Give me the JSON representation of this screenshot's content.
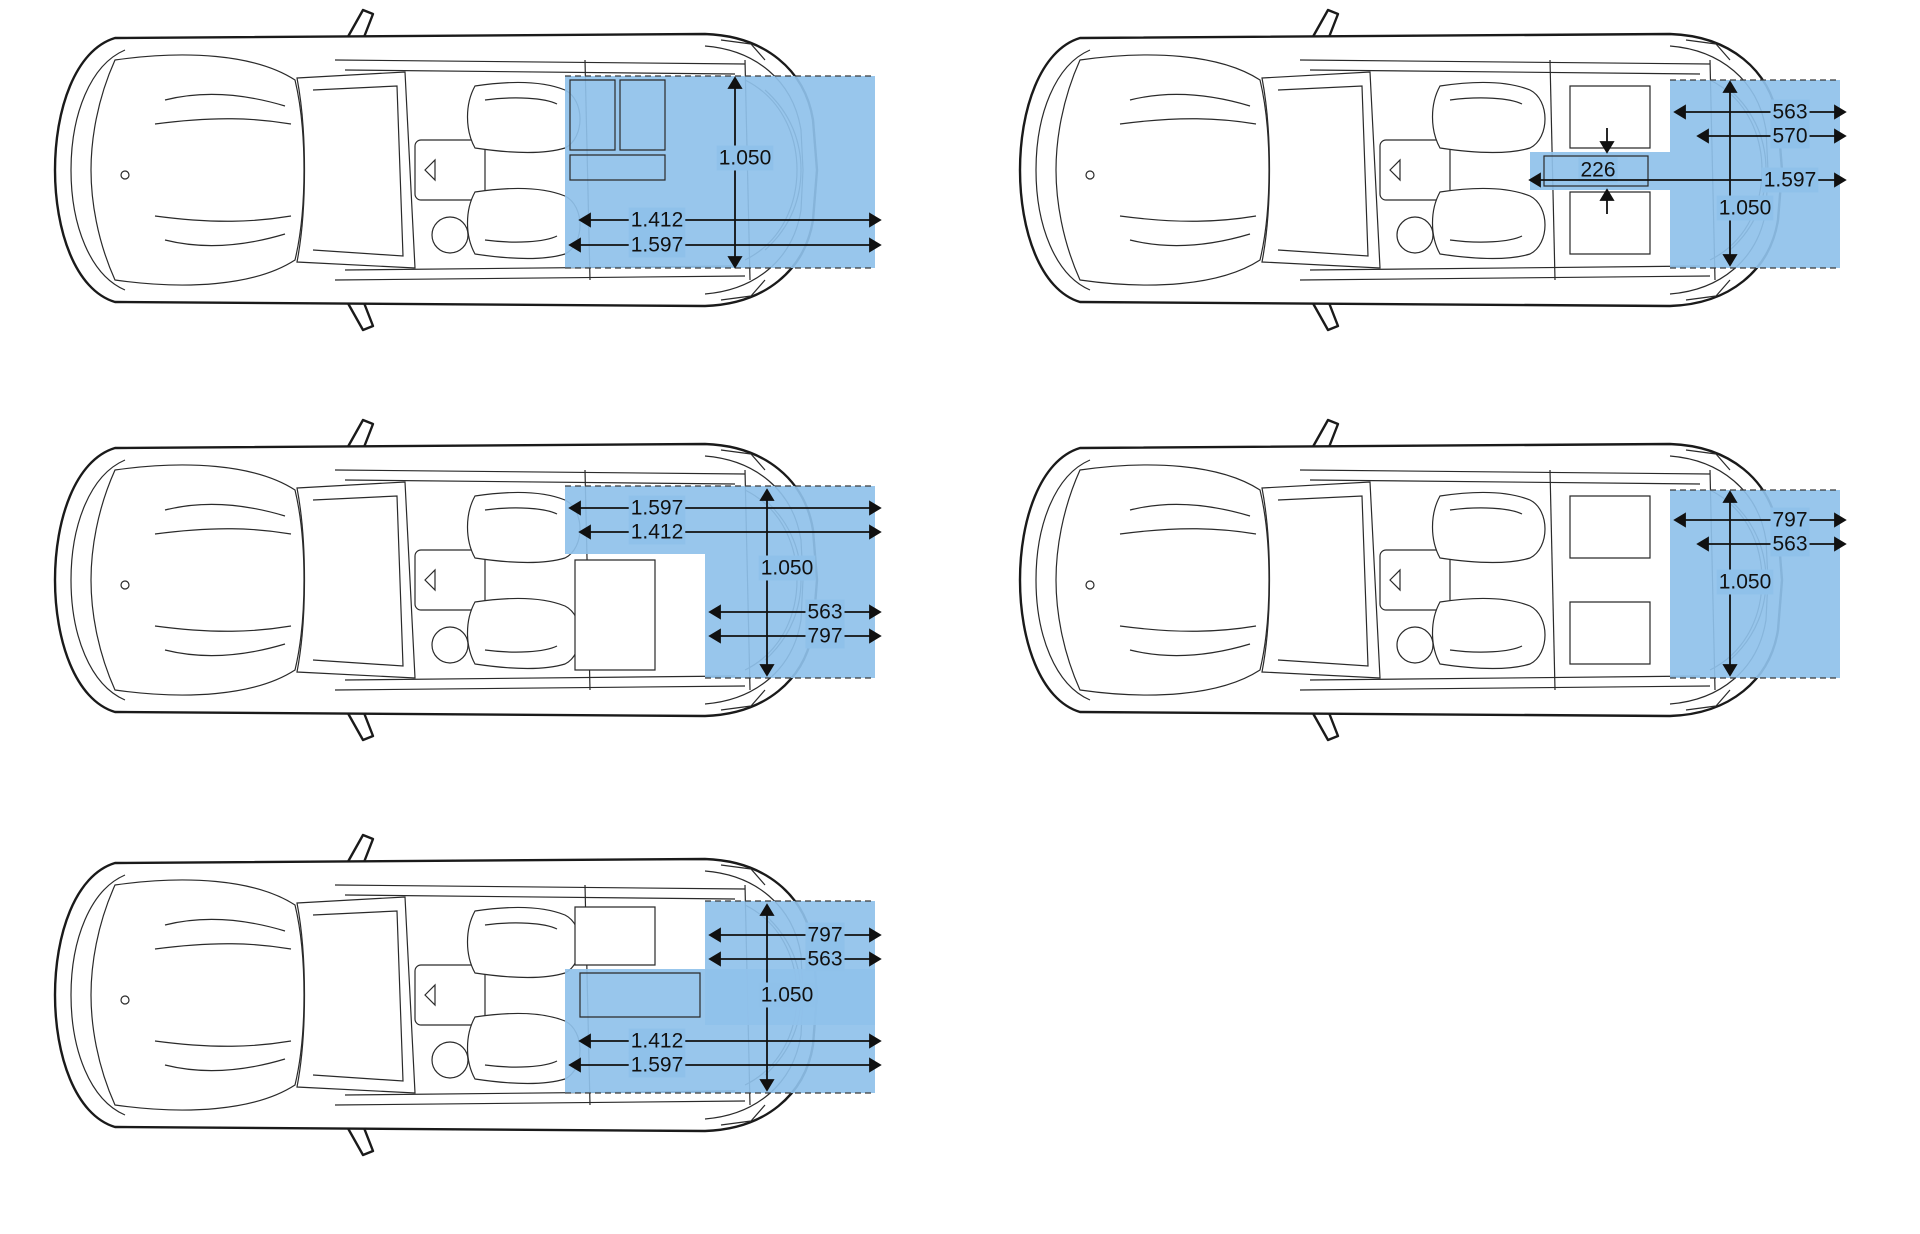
{
  "colors": {
    "cargo_fill": "#8fc1ea",
    "line": "#1a1a1a",
    "background": "#ffffff"
  },
  "diagrams": [
    {
      "id": "full-fold",
      "labels": {
        "width": "1.050",
        "inner": "1.412",
        "outer": "1.597"
      }
    },
    {
      "id": "through-load",
      "labels": {
        "top": "563",
        "mid": "570",
        "hatch": "226",
        "length": "1.597",
        "width": "1.050"
      }
    },
    {
      "id": "right-fold",
      "labels": {
        "outer": "1.597",
        "inner": "1.412",
        "width": "1.050",
        "short_inner": "563",
        "short_outer": "797"
      }
    },
    {
      "id": "seats-up",
      "labels": {
        "outer": "797",
        "inner": "563",
        "width": "1.050"
      }
    },
    {
      "id": "left-fold",
      "labels": {
        "short_outer": "797",
        "short_inner": "563",
        "width": "1.050",
        "inner": "1.412",
        "outer": "1.597"
      }
    }
  ]
}
